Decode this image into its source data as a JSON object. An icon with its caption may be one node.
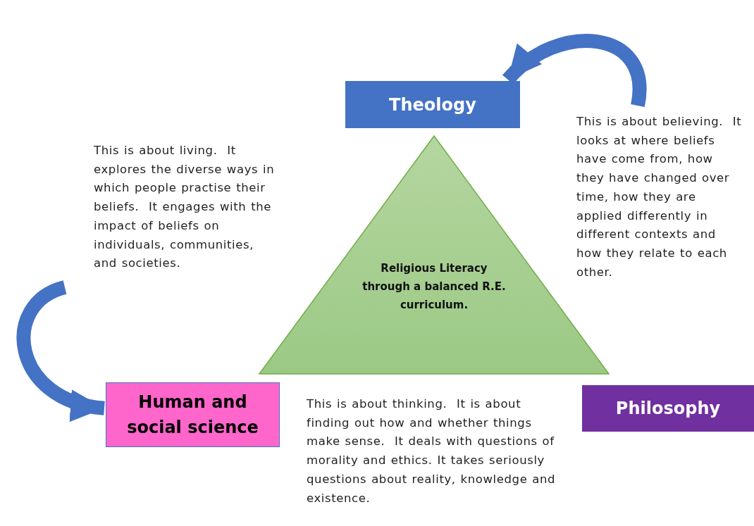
{
  "diagram": {
    "nodes": [
      {
        "text": [
          "Theology"
        ]
      },
      {
        "text": [
          "Religious Literacy through a balanced R.E. curriculum."
        ]
      },
      {
        "text": [
          "Human and social science"
        ]
      },
      {
        "text": [
          "Philosophy"
        ]
      }
    ],
    "edges": [
      {
        "from": null,
        "to": 0,
        "arrow": "to"
      },
      {
        "from": null,
        "to": 2,
        "arrow": "to"
      }
    ],
    "labels": [
      "This is about living.  It explores the diverse ways in which people practise their beliefs.  It engages with the impact of beliefs on individuals, communities, and societies.",
      "This is about believing.  It looks at where beliefs have come from, how they have changed over time, how they are applied differently in different contexts and how they relate to each other.",
      "This is about thinking.  It is about finding out how and whether things make sense.  It deals with questions of morality and ethics. It takes seriously questions about reality, knowledge and existence."
    ]
  }
}
